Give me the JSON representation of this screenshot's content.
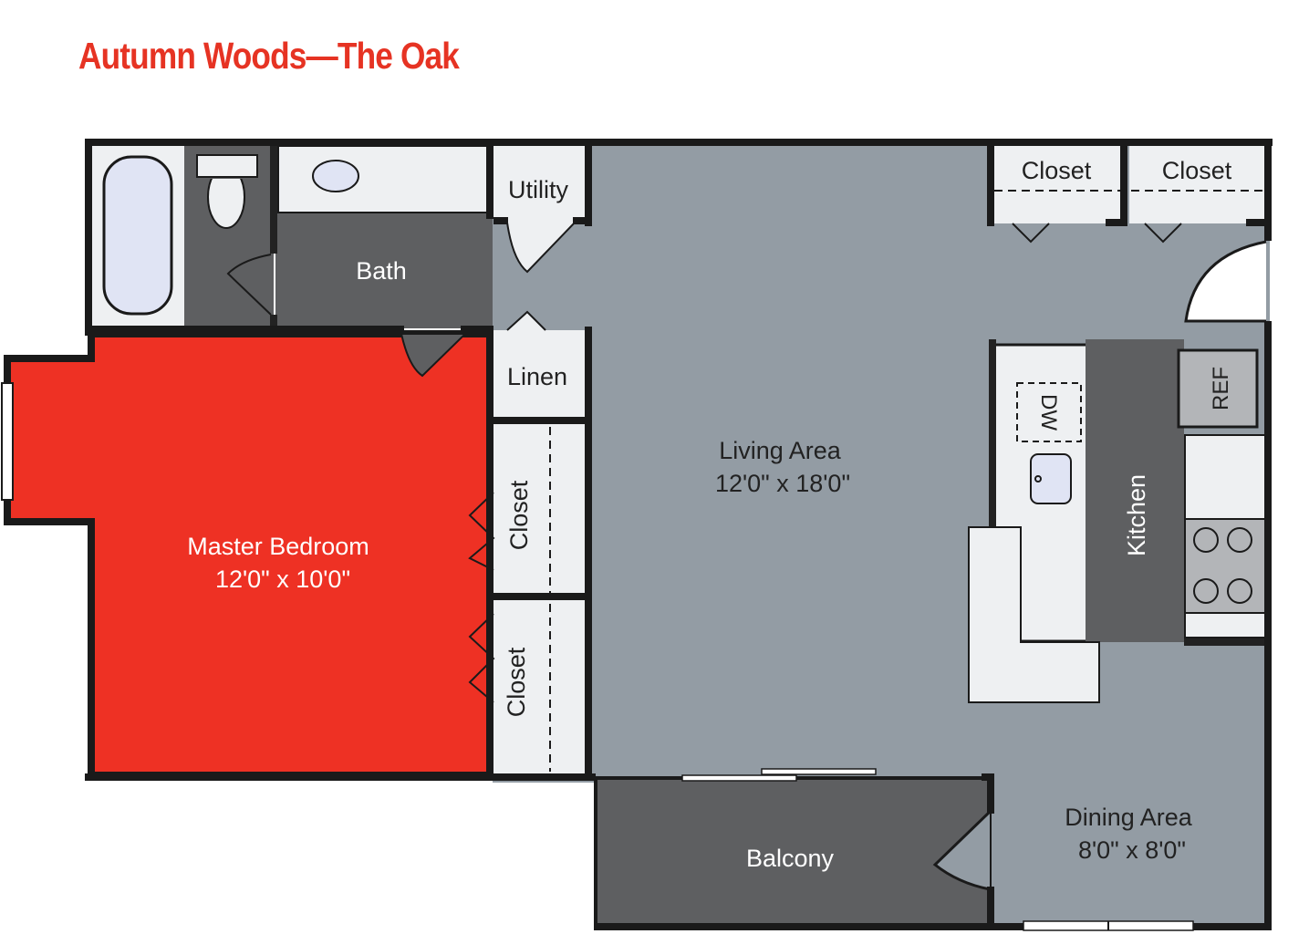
{
  "title": "Autumn Woods—The Oak",
  "colors": {
    "title": "#e63323",
    "bedroom": "#ee3124",
    "living": "#939ca4",
    "dark_room": "#5e5f61",
    "fixture": "#eef0f2",
    "wall": "#1a1a1a"
  },
  "rooms": {
    "bath": "Bath",
    "utility": "Utility",
    "linen": "Linen",
    "closet1": "Closet",
    "closet2": "Closet",
    "closet_top1": "Closet",
    "closet_top2": "Closet",
    "master_name": "Master Bedroom",
    "master_size": "12'0\" x 10'0\"",
    "living_name": "Living Area",
    "living_size": "12'0\" x 18'0\"",
    "kitchen": "Kitchen",
    "dw": "DW",
    "ref": "REF",
    "dining_name": "Dining Area",
    "dining_size": "8'0\" x 8'0\"",
    "balcony": "Balcony"
  }
}
